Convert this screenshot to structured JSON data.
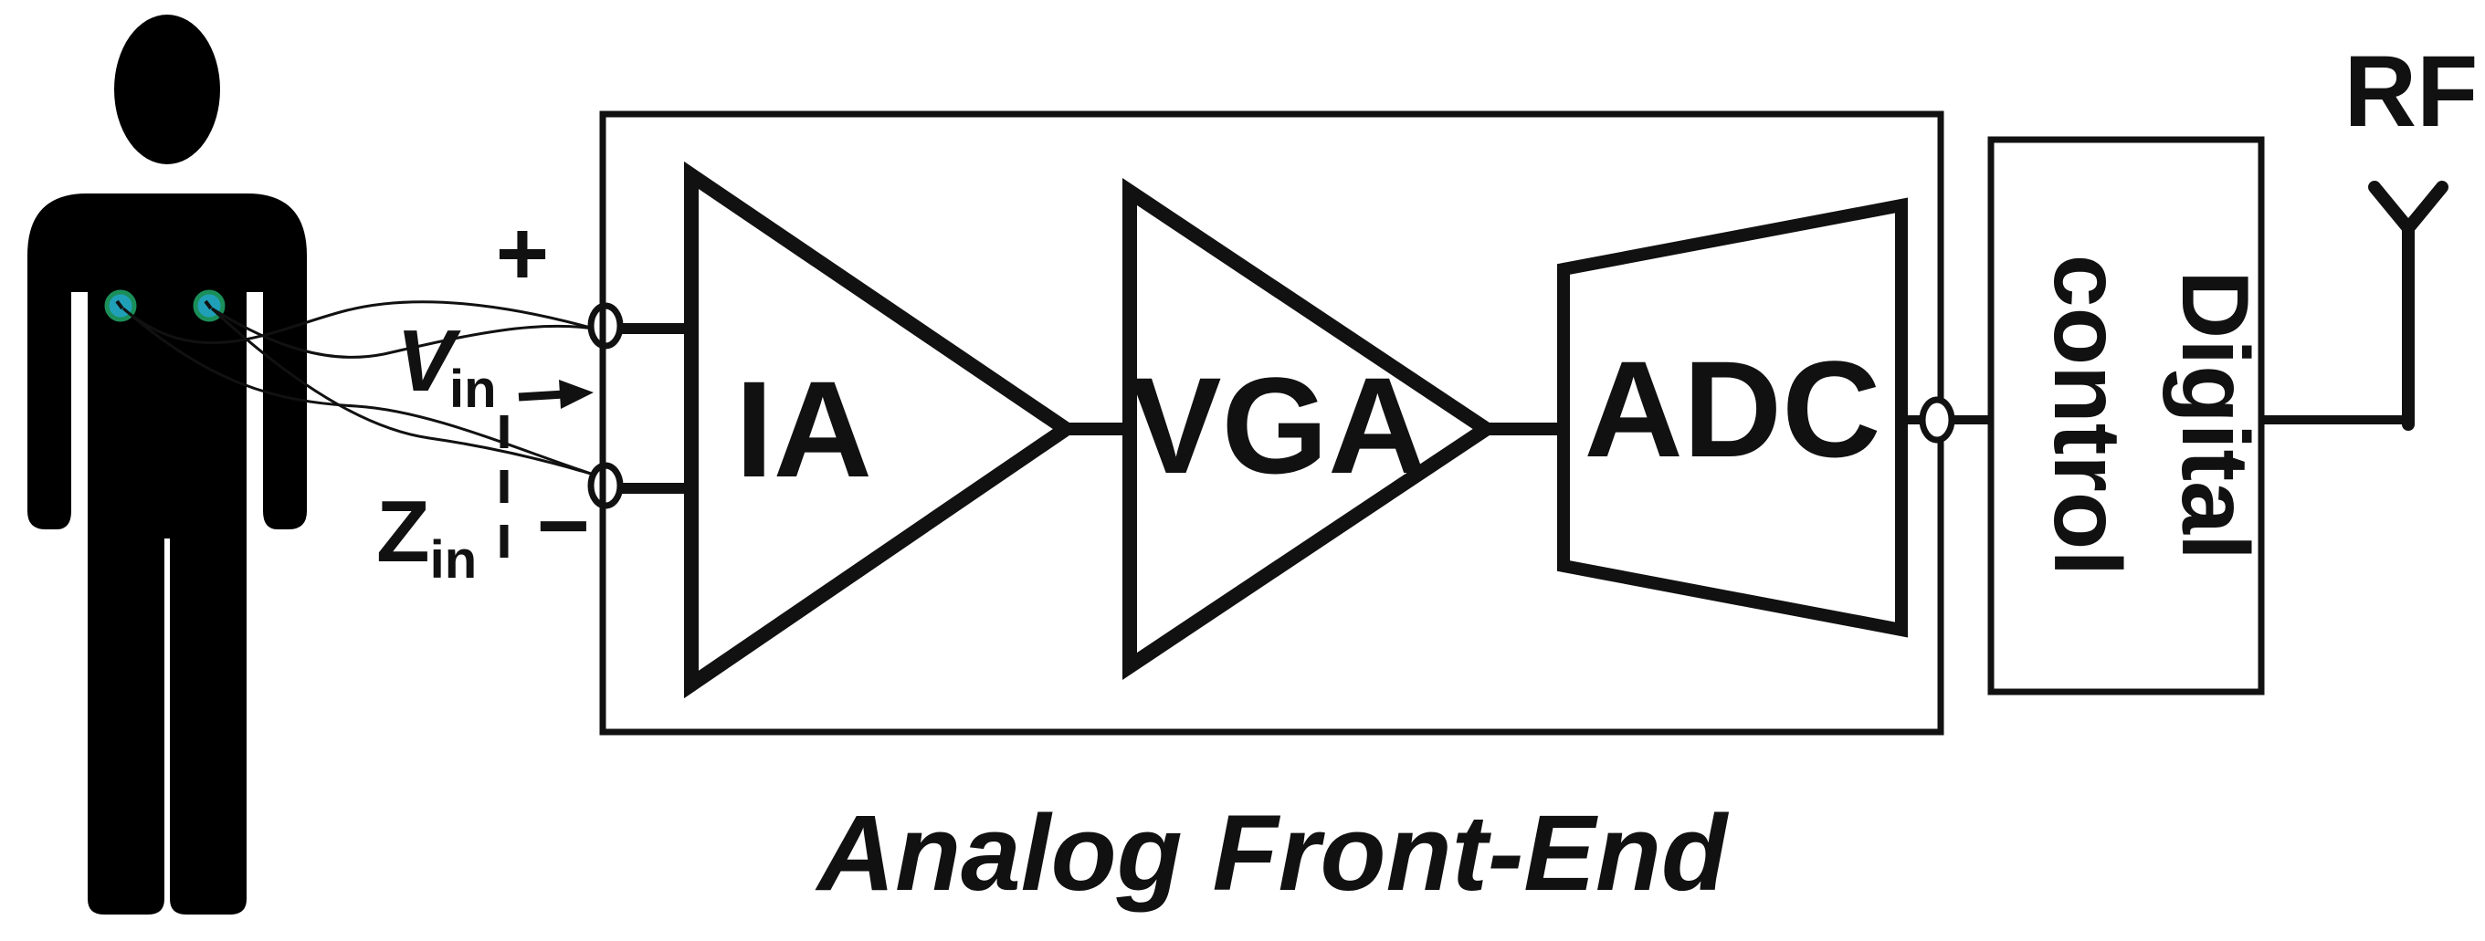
{
  "diagram": {
    "blocks": {
      "ia": "IA",
      "vga": "VGA",
      "adc": "ADC",
      "digital_control_line1": "Digital",
      "digital_control_line2": "control"
    },
    "labels": {
      "vin_main": "V",
      "vin_sub": "in",
      "zin_main": "Z",
      "zin_sub": "in",
      "plus": "+",
      "minus": "−",
      "rf": "RF",
      "analog_front_end": "Analog Front-End"
    },
    "colors": {
      "ink": "#111111",
      "body": "#000000",
      "electrode": "#20a0b8",
      "electrode_ring": "#1a8f5a"
    },
    "icons": {
      "person": "human-silhouette-icon",
      "antenna": "antenna-icon"
    }
  }
}
